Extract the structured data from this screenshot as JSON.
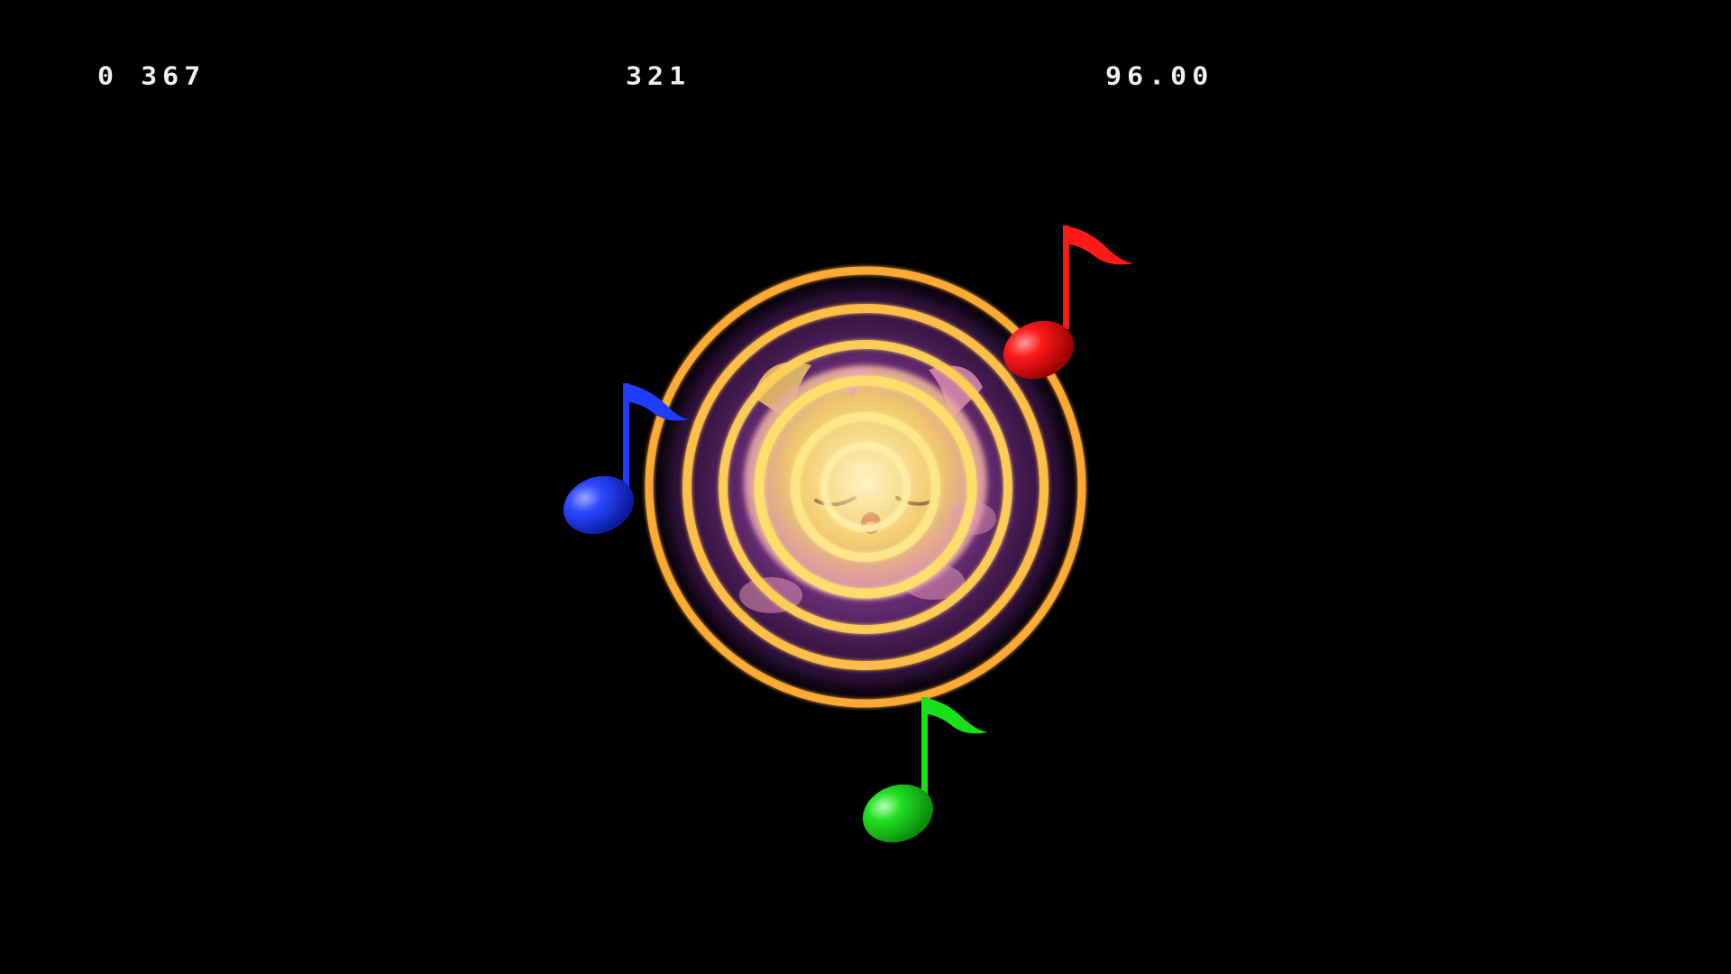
{
  "hud": {
    "left_value": "0 367",
    "center_value": "321",
    "right_value": "96.00"
  },
  "scene": {
    "character": "singing-puff-character",
    "effect": "sound-wave-rings",
    "notes": [
      {
        "name": "blue-music-note-icon",
        "color": "#1f3cff"
      },
      {
        "name": "red-music-note-icon",
        "color": "#ff1a1a"
      },
      {
        "name": "green-music-note-icon",
        "color": "#19e019"
      }
    ],
    "colors": {
      "background": "#000000",
      "ring": "#ffb43c",
      "ring_inner": "#ffe37a",
      "glow": "#b04cc8",
      "character": "#ffd86a"
    }
  }
}
